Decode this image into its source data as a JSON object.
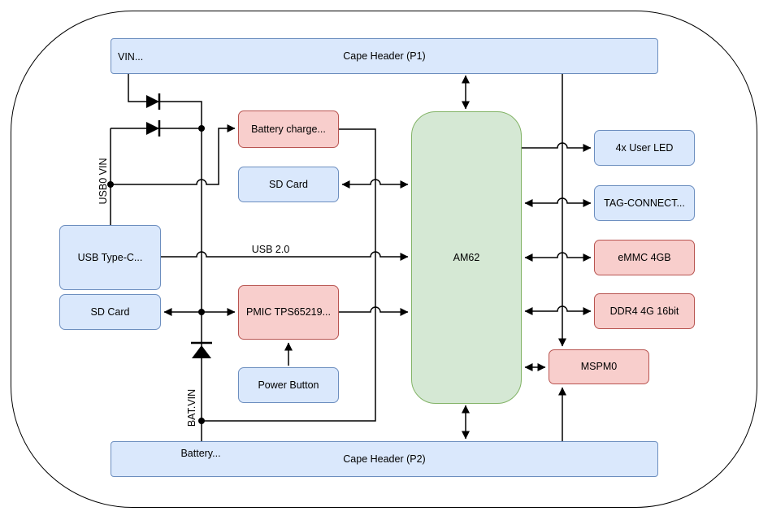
{
  "colors": {
    "background": "#ffffff",
    "text": "#000000",
    "line": "#000000",
    "blue_fill": "#dae8fc",
    "blue_stroke": "#6c8ebf",
    "red_fill": "#f8cecc",
    "red_stroke": "#b85450",
    "green_fill": "#d5e8d4",
    "green_stroke": "#82b366"
  },
  "nodes": {
    "cape_header_p1": "Cape Header (P1)",
    "cape_header_p2": "Cape Header (P2)",
    "battery_charger": "Battery charge...",
    "sd_card_top": "SD Card",
    "usb_type_c": "USB Type-C...",
    "sd_card_left": "SD Card",
    "pmic": "PMIC TPS65219...",
    "power_button": "Power Button",
    "am62": "AM62",
    "user_led": "4x User LED",
    "tag_connect": "TAG-CONNECT...",
    "emmc": "eMMC 4GB",
    "ddr4": "DDR4 4G 16bit",
    "mspm0": "MSPM0"
  },
  "wire_labels": {
    "vin": "VIN...",
    "usb0_vin": "USB0 VIN",
    "usb2": "USB 2.0",
    "bat_vin": "BAT.VIN",
    "battery": "Battery..."
  }
}
